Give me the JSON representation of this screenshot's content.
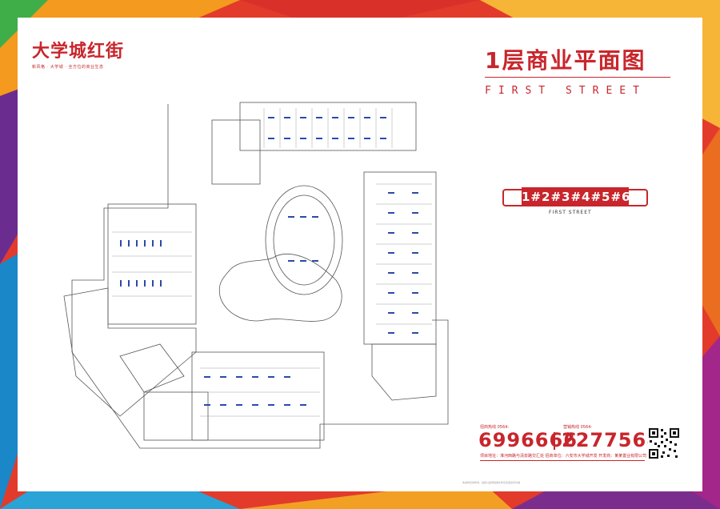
{
  "brand": {
    "title": "大学城红街",
    "subtitle": "新风格 · 大学城 · 全方位的商业生态"
  },
  "floor": {
    "title": "1层商业平面图",
    "street_en": "FIRST STREET"
  },
  "buildings": {
    "label": "1#2#3#4#5#6#",
    "sub": "FIRST STREET"
  },
  "hotlines": [
    {
      "label": "招商热线 0564-",
      "number": "6996666"
    },
    {
      "label": "营销热线 0564-",
      "number": "2277568"
    }
  ],
  "footer": {
    "info": "项目地址：淮河西路与清泉路交汇处    招商单位：六安市大学城开发    开发商：某某置业有限公司"
  },
  "disclaimer": "本资料仅供参考，最终以政府批准文件及买卖合同为准",
  "colors": {
    "accent": "#c8262c",
    "frame": [
      "#e63a2a",
      "#f5a623",
      "#7b2d8e",
      "#1e88c8",
      "#5bbf3a"
    ]
  }
}
